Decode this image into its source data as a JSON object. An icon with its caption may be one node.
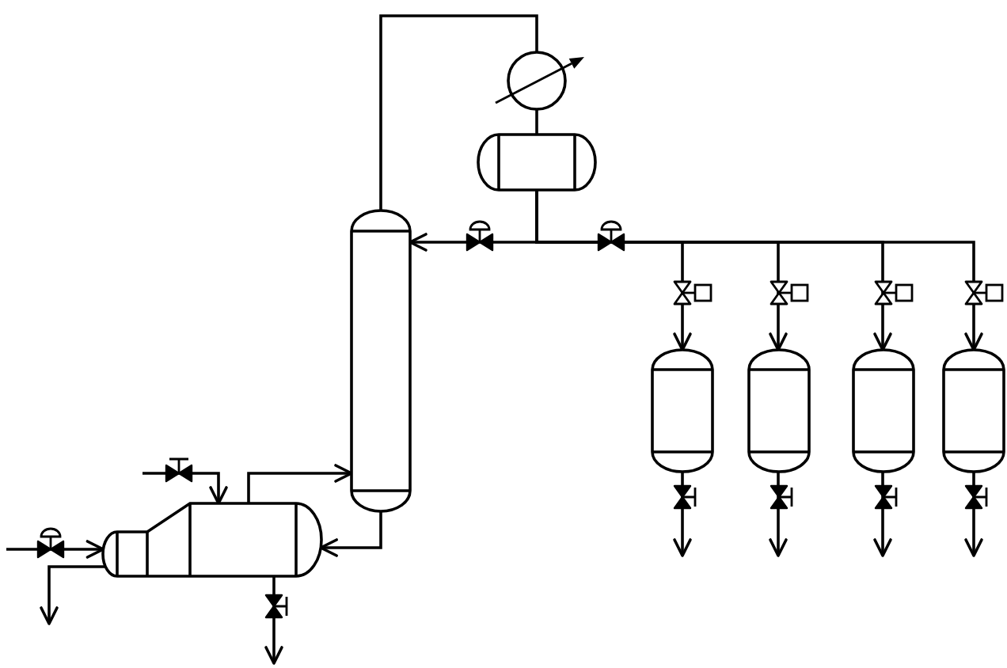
{
  "diagram": {
    "nodes": [
      {
        "text": [],
        "shape": "circle"
      },
      {
        "text": [],
        "shape": "cylinder"
      },
      {
        "text": [],
        "shape": "cylinder"
      },
      {
        "text": [],
        "shape": "cylinder"
      },
      {
        "text": [],
        "shape": "cylinder"
      },
      {
        "text": [],
        "shape": "cylinder"
      },
      {
        "text": [],
        "shape": "cylinder"
      },
      {
        "text": [],
        "shape": "cylinder"
      }
    ],
    "edges": [
      {
        "from": 2,
        "to": 0,
        "arrow": "none"
      },
      {
        "from": 0,
        "to": 1,
        "arrow": "none"
      },
      {
        "from": 1,
        "to": 2,
        "arrow": "to"
      },
      {
        "from": 1,
        "to": 3,
        "arrow": "to"
      },
      {
        "from": 1,
        "to": 4,
        "arrow": "to"
      },
      {
        "from": 1,
        "to": 5,
        "arrow": "to"
      },
      {
        "from": 1,
        "to": 6,
        "arrow": "to"
      },
      {
        "from": 2,
        "to": 7,
        "arrow": "to"
      },
      {
        "from": 7,
        "to": 2,
        "arrow": "to"
      },
      {
        "from": null,
        "to": 7,
        "arrow": "to"
      },
      {
        "from": null,
        "to": 7,
        "arrow": "to"
      },
      {
        "from": 7,
        "to": null,
        "arrow": "to"
      },
      {
        "from": 7,
        "to": null,
        "arrow": "to"
      },
      {
        "from": 3,
        "to": null,
        "arrow": "to"
      },
      {
        "from": 4,
        "to": null,
        "arrow": "to"
      },
      {
        "from": 5,
        "to": null,
        "arrow": "to"
      },
      {
        "from": 6,
        "to": null,
        "arrow": "to"
      }
    ]
  }
}
